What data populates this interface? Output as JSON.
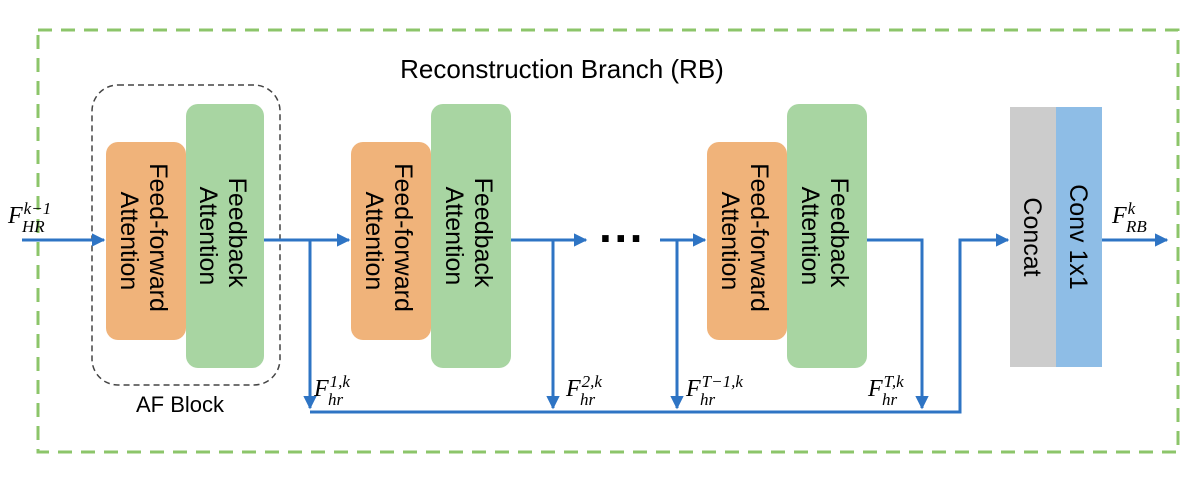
{
  "title": "Reconstruction Branch (RB)",
  "af_block_label": "AF Block",
  "blocks": [
    {
      "ff": [
        "Feed-forward",
        "Attention"
      ],
      "fb": [
        "Feedback",
        "Attention"
      ]
    },
    {
      "ff": [
        "Feed-forward",
        "Attention"
      ],
      "fb": [
        "Feedback",
        "Attention"
      ]
    },
    {
      "ff": [
        "Feed-forward",
        "Attention"
      ],
      "fb": [
        "Feedback",
        "Attention"
      ]
    }
  ],
  "ellipsis": "···",
  "concat_label": "Concat",
  "conv_label": "Conv 1x1",
  "input_label": {
    "base": "F",
    "sup": "k−1",
    "sub": "HR"
  },
  "output_label": {
    "base": "F",
    "sup": "k",
    "sub": "RB"
  },
  "feature_labels": [
    {
      "base": "F",
      "sup": "1,k",
      "sub": "hr"
    },
    {
      "base": "F",
      "sup": "2,k",
      "sub": "hr"
    },
    {
      "base": "F",
      "sup": "T−1,k",
      "sub": "hr"
    },
    {
      "base": "F",
      "sup": "T,k",
      "sub": "hr"
    }
  ],
  "colors": {
    "frame": "#8cc56a",
    "ff_block": "#f0b37a",
    "fb_block": "#a8d5a2",
    "concat": "#cccccc",
    "conv": "#8ebde6",
    "arrow": "#2e74c4"
  }
}
